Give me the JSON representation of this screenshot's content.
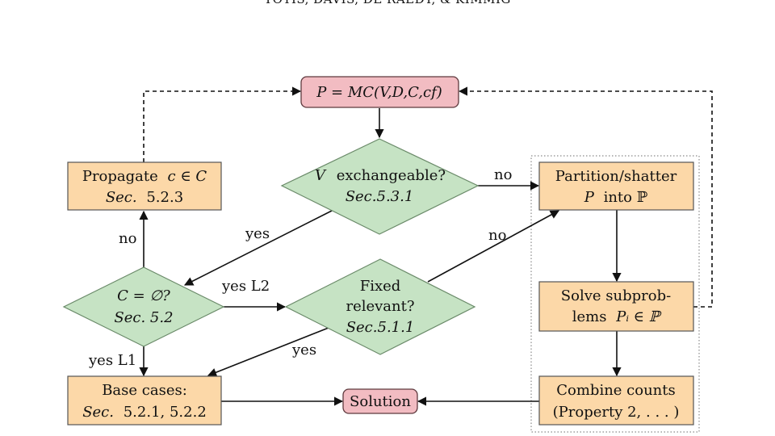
{
  "header": {
    "running_head": "TOTIS, DAVIS, DE RAEDT, & KIMMIG"
  },
  "colors": {
    "red_fill": "#f2bcc2",
    "red_stroke": "#5e3a3e",
    "orange_fill": "#fcd8a8",
    "orange_stroke": "#555555",
    "green_fill": "#c6e3c4",
    "green_stroke": "#6a8a69",
    "line": "#111111",
    "dotted": "#8a8a8a"
  },
  "nodes": {
    "start": {
      "text": "P = MC(V,D,C,cf)"
    },
    "propagate": {
      "line1": "Propagate",
      "line1_math": "c ∈ C",
      "line2_italic": "Sec.",
      "line2": "5.2.3"
    },
    "exchangeable": {
      "line1_math": "V",
      "line1": "exchangeable?",
      "line2": "Sec.5.3.1"
    },
    "partition": {
      "line1": "Partition/shatter",
      "line2_math": "P",
      "line2": "into ℙ"
    },
    "empty_check": {
      "line1": "C = ∅?",
      "line2": "Sec. 5.2"
    },
    "fixed_relevant": {
      "line1": "Fixed",
      "line2": "relevant?",
      "line3": "Sec.5.1.1"
    },
    "solve": {
      "line1": "Solve subprob-",
      "line2_a": "lems",
      "line2_math": "Pᵢ ∈ ℙ"
    },
    "base_cases": {
      "line1": "Base cases:",
      "line2_italic": "Sec.",
      "line2": "5.2.1, 5.2.2"
    },
    "solution": {
      "text": "Solution"
    },
    "combine": {
      "line1": "Combine counts",
      "line2": "(Property 2, . . . )"
    }
  },
  "edge_labels": {
    "exch_no": "no",
    "exch_yes": "yes",
    "empty_no": "no",
    "empty_yes_l2": "yes L2",
    "empty_yes_l1": "yes L1",
    "fixed_no": "no",
    "fixed_yes": "yes"
  }
}
